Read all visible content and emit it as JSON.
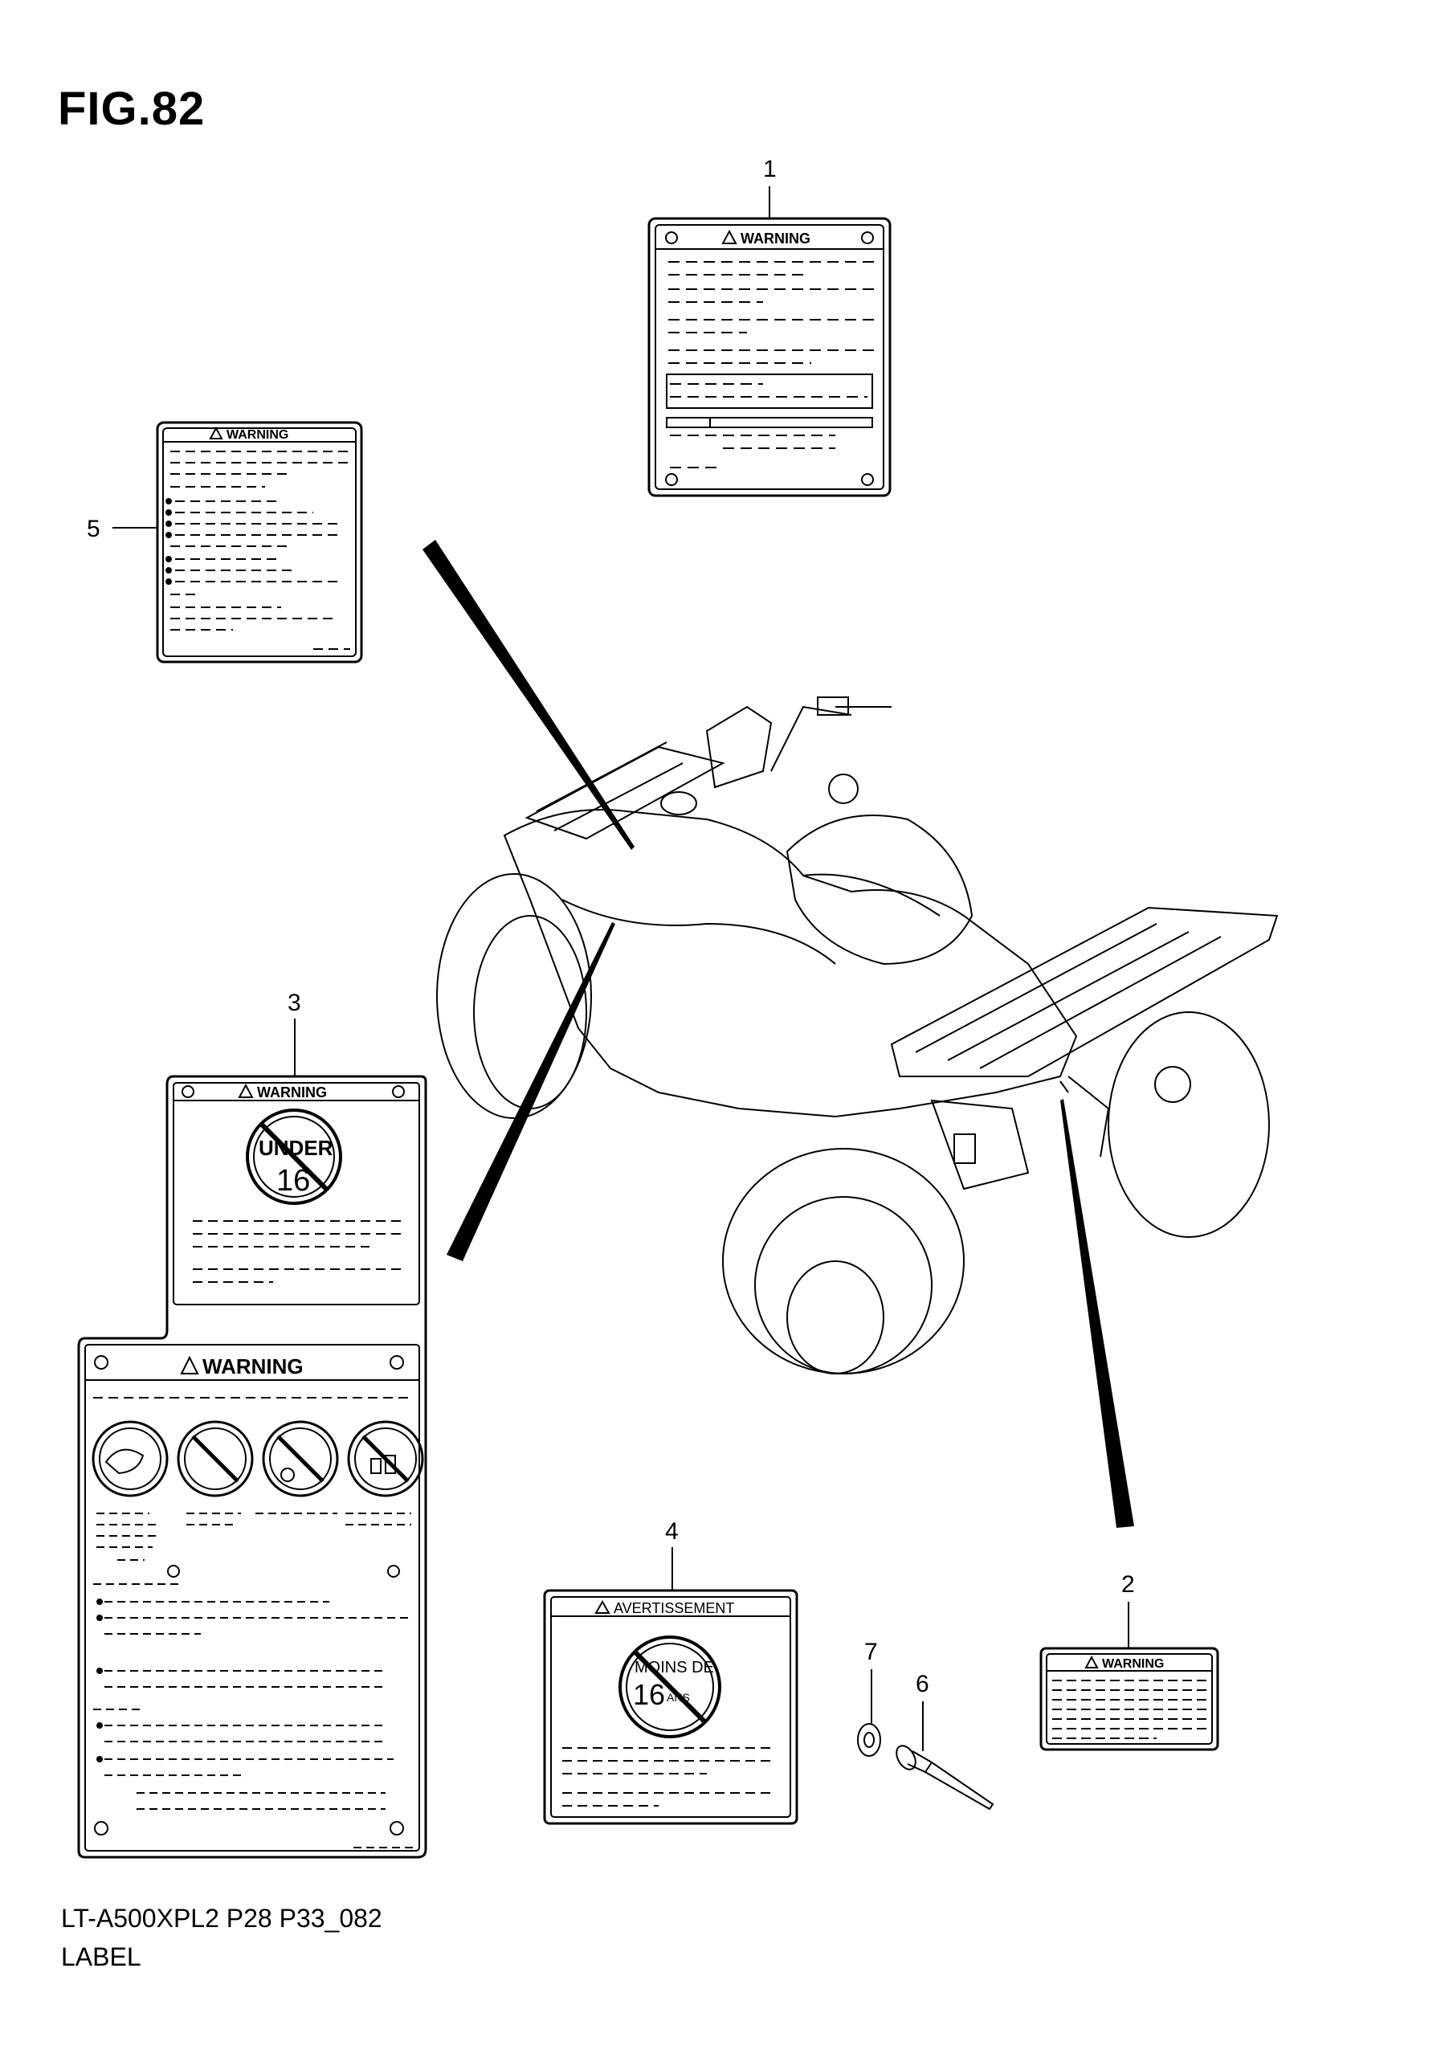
{
  "figure": {
    "title": "FIG.82"
  },
  "footer": {
    "model_code": "LT-A500XPL2 P28 P33_082",
    "section_name": "LABEL"
  },
  "callouts": [
    "1",
    "2",
    "3",
    "4",
    "5",
    "6",
    "7"
  ],
  "labels": {
    "warning_text": "WARNING",
    "avertissement_text": "AVERTISSEMENT",
    "under_text": "UNDER",
    "age_number": "16",
    "moins_de_text": "MOINS DE",
    "ans_text": "ANS"
  },
  "colors": {
    "ink": "#000000",
    "paper": "#ffffff"
  }
}
